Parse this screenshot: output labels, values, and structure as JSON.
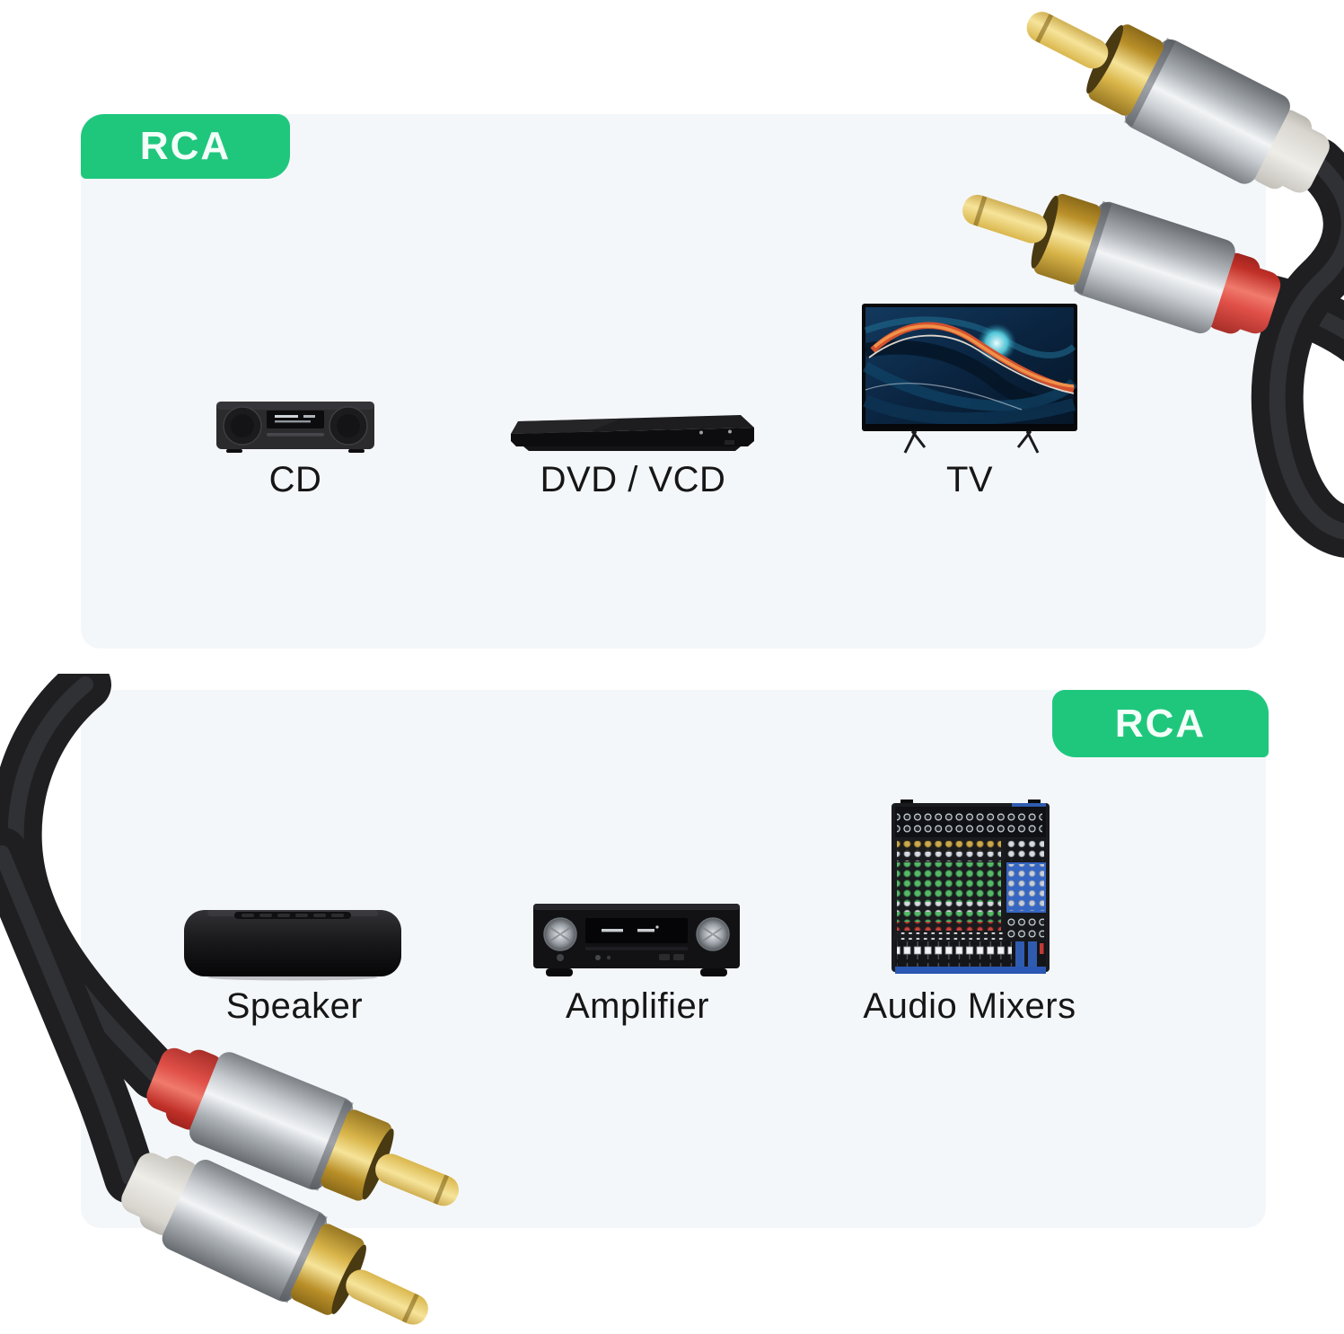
{
  "panels": {
    "top": {
      "badge_label": "RCA",
      "devices": [
        {
          "name": "cd-player",
          "label": "CD"
        },
        {
          "name": "dvd-player",
          "label": "DVD / VCD"
        },
        {
          "name": "tv",
          "label": "TV"
        }
      ]
    },
    "bottom": {
      "badge_label": "RCA",
      "devices": [
        {
          "name": "speaker",
          "label": "Speaker"
        },
        {
          "name": "amplifier",
          "label": "Amplifier"
        },
        {
          "name": "audio-mixer",
          "label": "Audio Mixers"
        }
      ]
    }
  },
  "connectors": {
    "top_right": {
      "plugs": [
        {
          "boot_color": "white"
        },
        {
          "boot_color": "red"
        }
      ]
    },
    "bottom_left": {
      "plugs": [
        {
          "boot_color": "red"
        },
        {
          "boot_color": "white"
        }
      ]
    }
  },
  "colors": {
    "badge_green": "#1fc77d",
    "badge_text": "#f4fff9",
    "panel_bg": "#f4f7fa",
    "label_text": "#161616",
    "cable_black": "#1f1f22",
    "boot_red": "#d6423a",
    "boot_white": "#e9e6df",
    "gold": "#d9b54a",
    "silver": "#c9cdd1"
  }
}
